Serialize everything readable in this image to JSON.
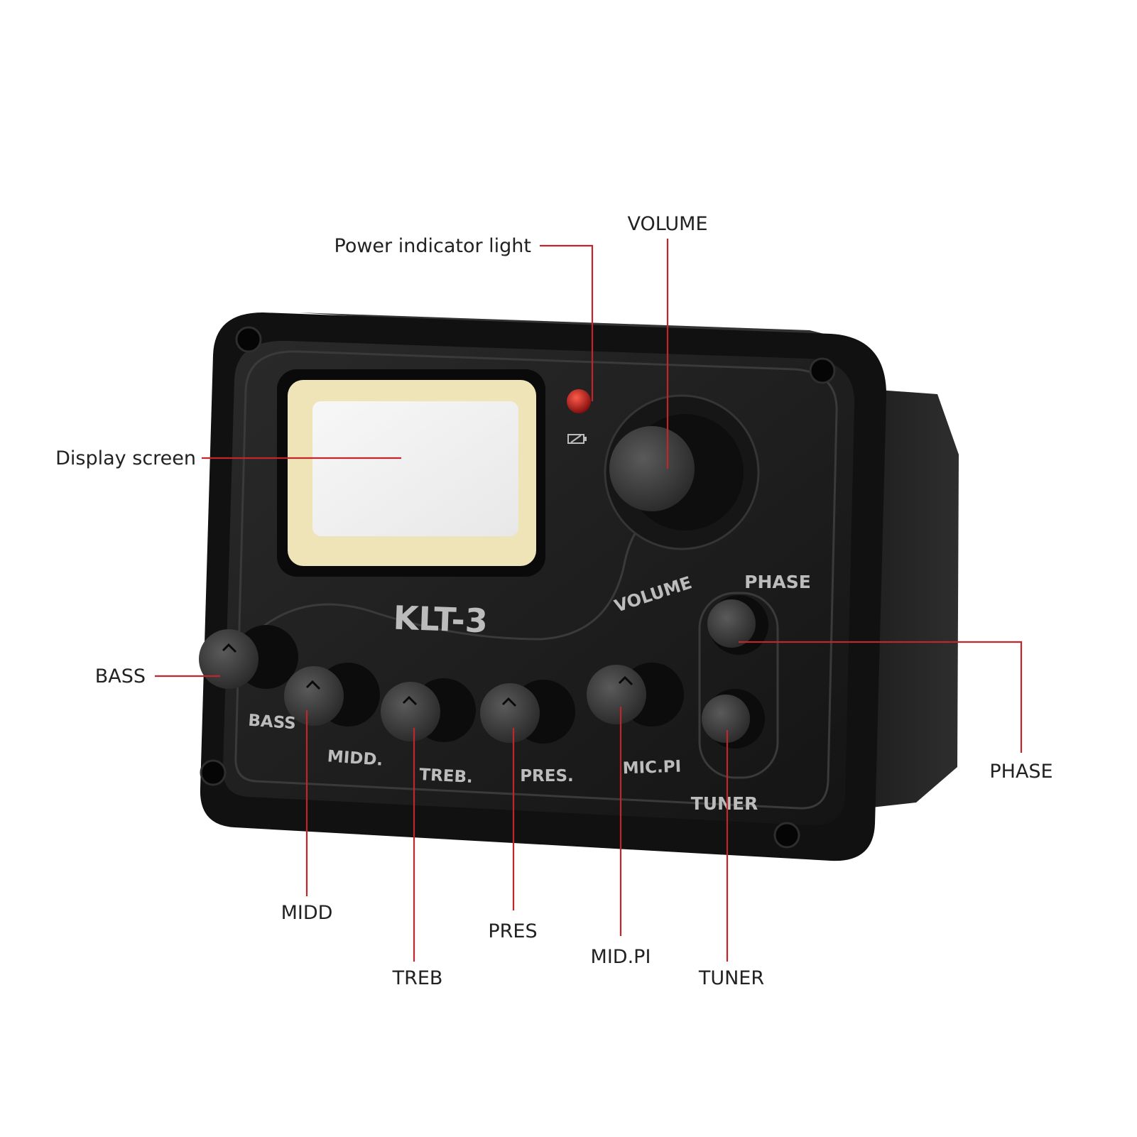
{
  "device": {
    "model": "KLT-3",
    "panel_labels": {
      "volume": "VOLUME",
      "phase": "PHASE",
      "bass": "BASS",
      "midd": "MIDD.",
      "treb": "TREB.",
      "pres": "PRES.",
      "micpi": "MIC.PI",
      "tuner": "TUNER"
    }
  },
  "callouts": {
    "power": "Power indicator light",
    "volume": "VOLUME",
    "display": "Display screen",
    "bass": "BASS",
    "phase": "PHASE",
    "midd": "MIDD",
    "treb": "TREB",
    "pres": "PRES",
    "midpi": "MID.PI",
    "tuner": "TUNER"
  },
  "colors": {
    "leader_line": "#c0262c",
    "panel": "#1c1c1c",
    "screen_bezel": "#efe3b8",
    "indicator_led": "#c81818",
    "printed_text": "#bcbcbc"
  },
  "icons": {
    "battery": "battery-icon"
  }
}
